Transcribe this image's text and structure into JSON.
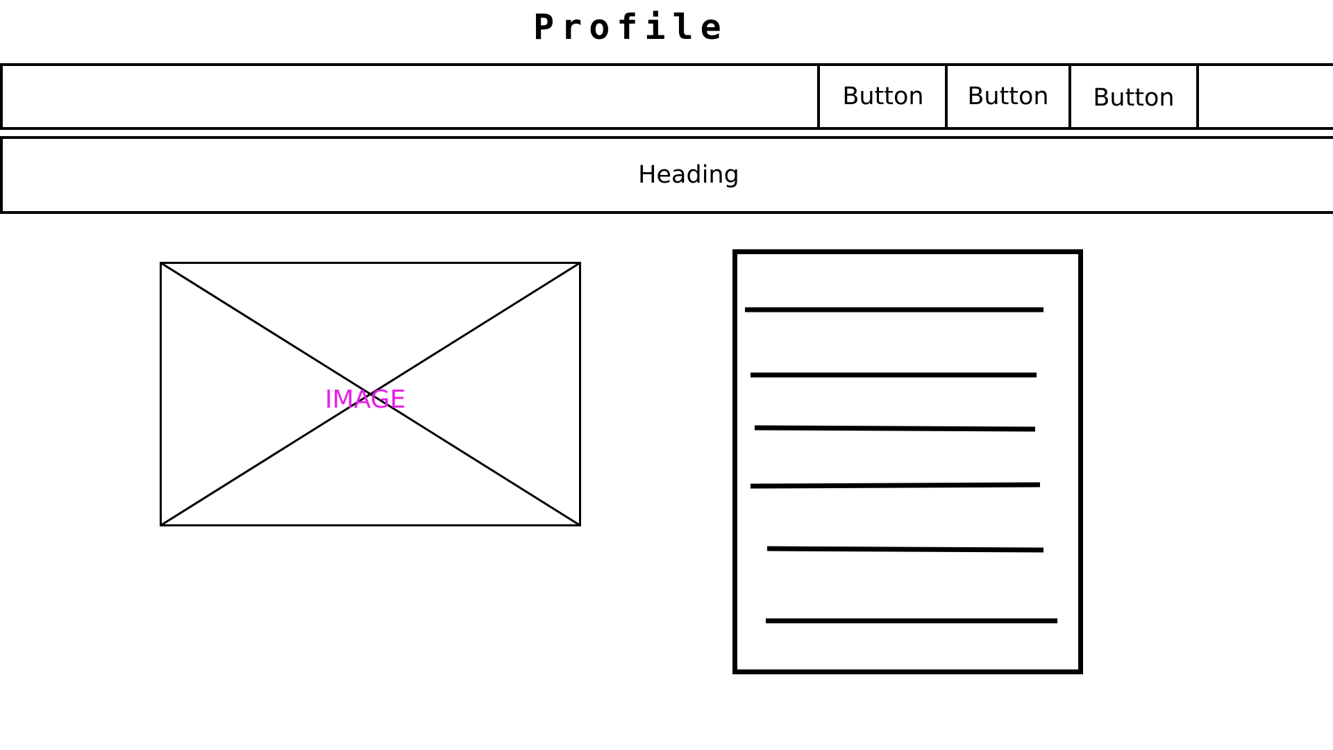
{
  "header": {
    "title": "Profile"
  },
  "nav": {
    "buttons": [
      {
        "label": "Button"
      },
      {
        "label": "Button"
      },
      {
        "label": "Button"
      }
    ]
  },
  "main": {
    "heading": "Heading",
    "image": {
      "label": "IMAGE",
      "label_color": "#e61ee6"
    }
  }
}
